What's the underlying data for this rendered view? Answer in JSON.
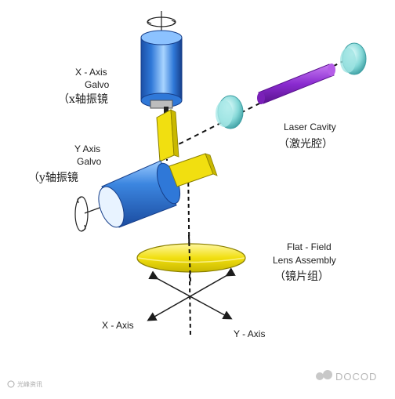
{
  "labels": {
    "x_galvo": [
      "X - Axis",
      "Galvo",
      "（x轴振镜"
    ],
    "y_galvo": [
      "Y Axis",
      "Galvo",
      "（y轴振镜"
    ],
    "laser_cavity": [
      "Laser Cavity",
      "（激光腔）"
    ],
    "lens": [
      "Flat - Field",
      "Lens Assembly",
      "（镜片组）"
    ],
    "x_axis": "X - Axis",
    "y_axis": "Y - Axis"
  },
  "watermark": {
    "right": "DOCOD",
    "left": "光峰资讯"
  },
  "colors": {
    "galvo_blue": "#2f78d8",
    "mirror_yellow": "#f1df10",
    "laser_purple": "#8a2bd0",
    "optic_teal": "#86d9d8",
    "beam": "#111111"
  }
}
